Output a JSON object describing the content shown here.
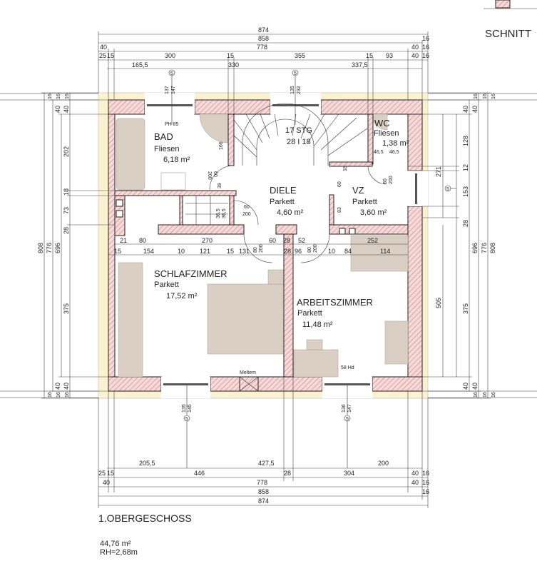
{
  "title": "1.OBERGESCHOSS",
  "summary": {
    "area": "44,76 m²",
    "room_height": "RH=2,68m"
  },
  "side_label": "SCHNITT",
  "rooms": {
    "bad": {
      "name": "BAD",
      "floor": "Fliesen",
      "area": "6,18 m²",
      "note": "PH 85"
    },
    "wc": {
      "name": "WC",
      "floor": "Fliesen",
      "area": "1,38 m²",
      "dims": [
        "46,5",
        "46,5"
      ]
    },
    "stairs": {
      "label": "17 STG",
      "ratio": "28 I 18"
    },
    "diele": {
      "name": "DIELE",
      "floor": "Parkett",
      "area": "4,60 m²"
    },
    "vz": {
      "name": "VZ",
      "floor": "Parkett",
      "area": "3,60 m²"
    },
    "schlafzimmer": {
      "name": "SCHLAFZIMMER",
      "floor": "Parkett",
      "area": "17,52 m²"
    },
    "arbeitszimmer": {
      "name": "ARBEITSZIMMER",
      "floor": "Parkett",
      "area": "11,48 m²"
    }
  },
  "annotations": {
    "meltem": "Meltem",
    "hd": "58 Hd",
    "window_mark": "5"
  },
  "openings": {
    "top_w1": [
      "137",
      "147"
    ],
    "top_w2": [
      "135",
      "232"
    ],
    "bot_w1": [
      "135",
      "145"
    ],
    "bot_w2": [
      "136",
      "147"
    ],
    "bath_door": [
      "60",
      "200",
      "166",
      "39"
    ],
    "diele_door": [
      "60",
      "200",
      "36,5",
      "36,5"
    ],
    "corr_doors": [
      "80",
      "200",
      "80",
      "200"
    ],
    "wc_door": [
      "60",
      "200"
    ],
    "vz": [
      "60",
      "83",
      "18"
    ]
  },
  "dims": {
    "top": {
      "r1": [
        "874"
      ],
      "r2": [
        "858",
        "16"
      ],
      "r3": [
        "40",
        "778",
        "40",
        "16"
      ],
      "r4": [
        "25",
        "15",
        "300",
        "15",
        "355",
        "15",
        "93",
        "40",
        "16"
      ],
      "r5": [
        "165,5",
        "330",
        "337,5"
      ]
    },
    "bottom": {
      "r0": [
        "205,5",
        "427,5",
        "200"
      ],
      "r1": [
        "25",
        "15",
        "446",
        "28",
        "304",
        "40",
        "16"
      ],
      "r2": [
        "40",
        "778",
        "40",
        "16"
      ],
      "r3": [
        "858",
        "16"
      ],
      "r4": [
        "874"
      ]
    },
    "left": {
      "outer": [
        "808",
        "776",
        "696"
      ],
      "inner": [
        "16",
        "16",
        "16",
        "40",
        "40",
        "202",
        "18",
        "73",
        "28",
        "375",
        "40",
        "40",
        "16",
        "16",
        "16"
      ]
    },
    "right": {
      "a": [
        "271",
        "505"
      ],
      "b": [
        "40",
        "40",
        "128",
        "12",
        "153",
        "28",
        "375",
        "40",
        "40"
      ],
      "outer": [
        "696",
        "776",
        "808"
      ],
      "ticks": [
        "16",
        "16",
        "16",
        "16",
        "16",
        "16"
      ]
    },
    "interior": {
      "r1": [
        "21",
        "80",
        "270",
        "60",
        "28",
        "52",
        "252"
      ],
      "r2": [
        "15",
        "154",
        "10",
        "121",
        "15",
        "131",
        "28",
        "96",
        "10",
        "84",
        "114"
      ]
    }
  }
}
